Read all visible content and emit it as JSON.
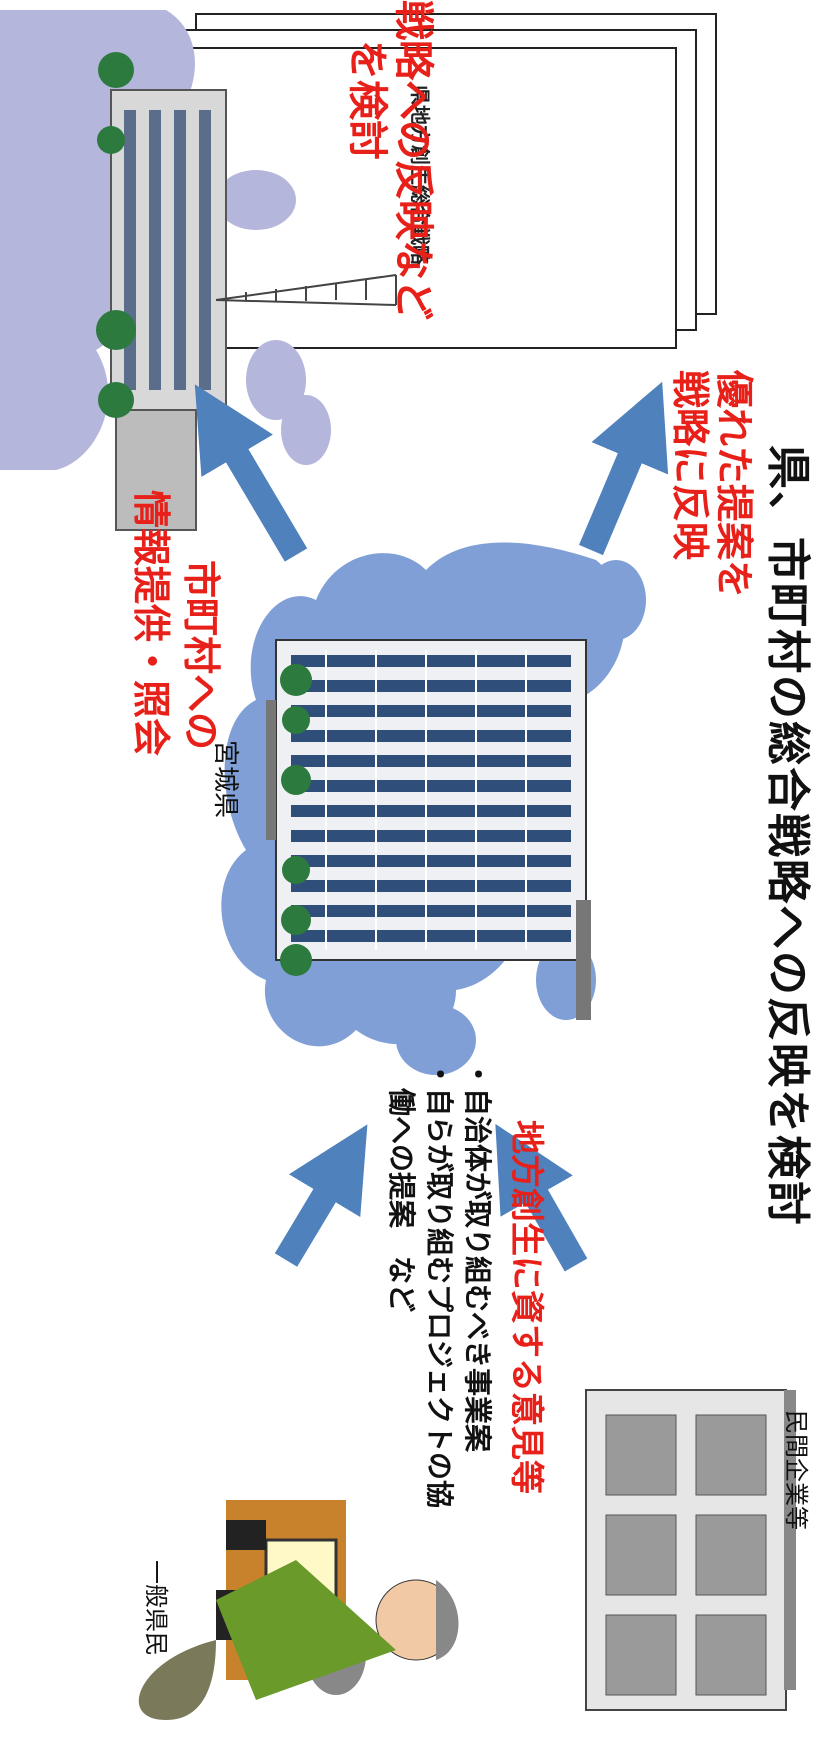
{
  "header": {
    "title": "県、市町村の総合戦略への反映を検討"
  },
  "document": {
    "title": "県地方創生総合戦略"
  },
  "arrows_labels": {
    "reflect_strategy_line1": "優れた提案を",
    "reflect_strategy_line2": "戦略に反映",
    "info_to_municipalities_line1": "市町村への",
    "info_to_municipalities_line2": "情報提供・照会"
  },
  "municipality_note": {
    "line1": "戦略への反映など",
    "line2": "を検討"
  },
  "prefecture": {
    "label": "宮城県"
  },
  "sources": {
    "companies_label": "民間企業等",
    "residents_label": "一般県民"
  },
  "proposals": {
    "heading": "地方創生に資する意見等",
    "item1": "・自治体が取り組むべき事業案",
    "item2": "・自らが取り組むプロジェクトの協",
    "item2_cont": "　働への提案　など"
  },
  "colors": {
    "accent_red": "#e8201a",
    "arrow_blue": "#4f81bd",
    "cloud_blue": "#7f9fd6",
    "cloud_lavender": "#b4b6dc"
  }
}
